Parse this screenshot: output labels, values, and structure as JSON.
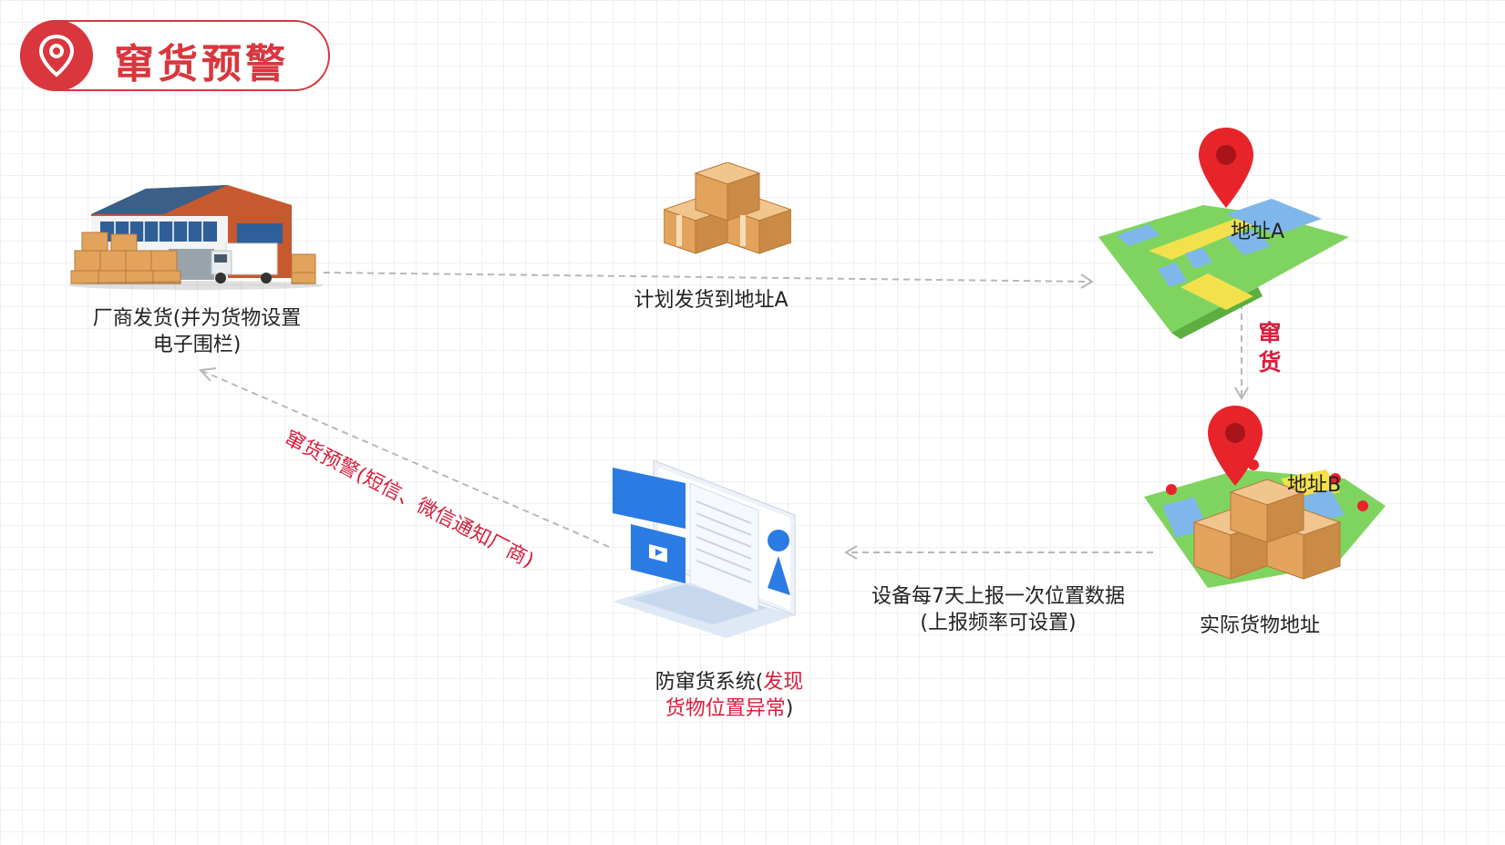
{
  "header": {
    "title": "窜货预警",
    "icon": "location-pin-icon"
  },
  "nodes": {
    "manufacturer": {
      "line1": "厂商发货(并为货物设置",
      "line2": "电子围栏)"
    },
    "plan": {
      "label": "计划发货到地址A"
    },
    "address_a": {
      "label": "地址A"
    },
    "divert": {
      "char1": "窜",
      "char2": "货"
    },
    "address_b": {
      "label": "地址B",
      "caption": "实际货物地址"
    },
    "report": {
      "line1": "设备每7天上报一次位置数据",
      "line2": "(上报频率可设置)"
    },
    "system": {
      "part1": "防窜货系统(",
      "part2": "发现",
      "part3": "货物位置异常",
      "part4": ")"
    },
    "alert": {
      "label": "窜货预警(短信、微信通知厂商)"
    }
  },
  "colors": {
    "accent": "#d9363e",
    "alert_text": "#d81e3c",
    "arrow": "#b8b8b8"
  }
}
